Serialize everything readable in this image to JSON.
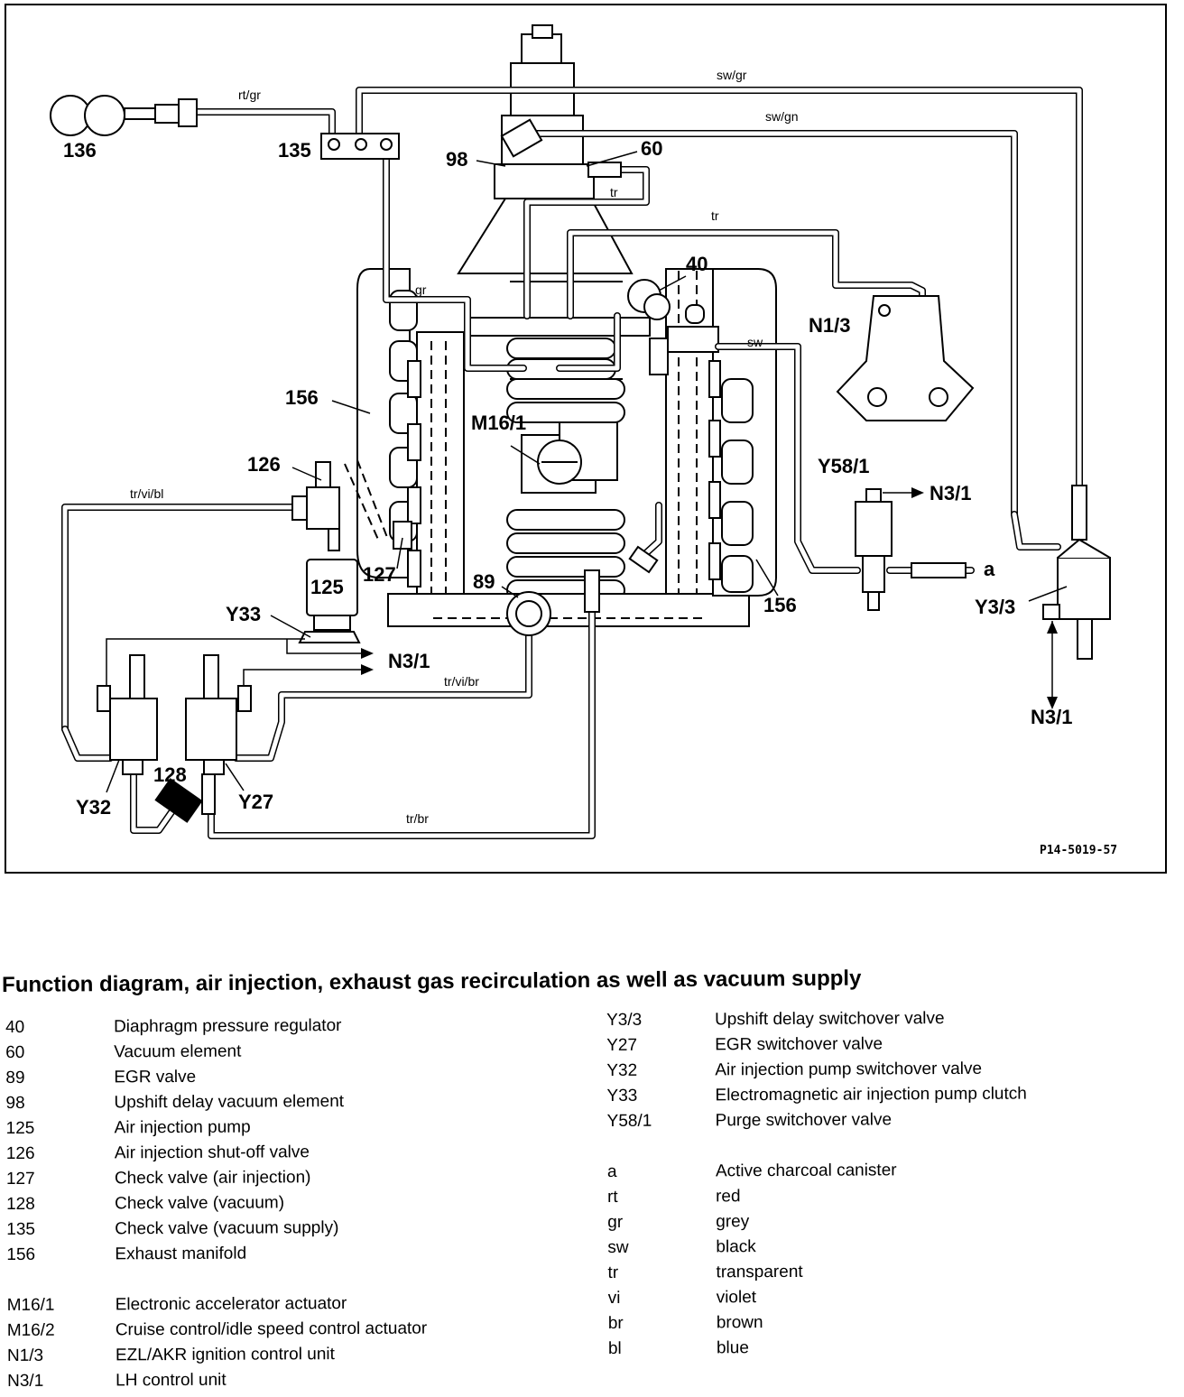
{
  "diagram": {
    "ref_code": "P14-5019-57",
    "callouts": {
      "c136": "136",
      "c135": "135",
      "c98": "98",
      "c60": "60",
      "c40": "40",
      "c156a": "156",
      "c156b": "156",
      "c126": "126",
      "c127": "127",
      "c125": "125",
      "cM16": "M16/1",
      "cN13": "N1/3",
      "cY58": "Y58/1",
      "cN31a": "N3/1",
      "cN31b": "N3/1",
      "cN31c": "N3/1",
      "cY33": "Y33",
      "c89": "89",
      "cY33b": "Y3/3",
      "cY32": "Y32",
      "cY27": "Y27",
      "c128": "128",
      "ca": "a"
    },
    "wires": {
      "rt_gr": "rt/gr",
      "sw_gr": "sw/gr",
      "sw_gn": "sw/gn",
      "tr1": "tr",
      "tr2": "tr",
      "gr": "gr",
      "sw": "sw",
      "tr_vi_bl": "tr/vi/bl",
      "tr_vi_br": "tr/vi/br",
      "tr_br": "tr/br"
    }
  },
  "caption": "Function diagram, air injection, exhaust gas recirculation as well as vacuum supply",
  "legend_left": [
    {
      "code": "40",
      "desc": "Diaphragm pressure regulator"
    },
    {
      "code": "60",
      "desc": "Vacuum element"
    },
    {
      "code": "89",
      "desc": "EGR valve"
    },
    {
      "code": "98",
      "desc": "Upshift delay vacuum element"
    },
    {
      "code": "125",
      "desc": "Air injection pump"
    },
    {
      "code": "126",
      "desc": "Air injection shut-off valve"
    },
    {
      "code": "127",
      "desc": "Check valve (air injection)"
    },
    {
      "code": "128",
      "desc": "Check valve (vacuum)"
    },
    {
      "code": "135",
      "desc": "Check valve (vacuum supply)"
    },
    {
      "code": "156",
      "desc": "Exhaust manifold"
    },
    {
      "code": "M16/1",
      "desc": "Electronic accelerator actuator"
    },
    {
      "code": "M16/2",
      "desc": "Cruise control/idle speed control actuator"
    },
    {
      "code": "N1/3",
      "desc": "EZL/AKR ignition control unit"
    },
    {
      "code": "N3/1",
      "desc": "LH control unit"
    }
  ],
  "legend_right": [
    {
      "code": "Y3/3",
      "desc": "Upshift delay switchover valve"
    },
    {
      "code": "Y27",
      "desc": "EGR switchover valve"
    },
    {
      "code": "Y32",
      "desc": "Air injection pump switchover valve"
    },
    {
      "code": "Y33",
      "desc": "Electromagnetic air injection pump clutch"
    },
    {
      "code": "Y58/1",
      "desc": "Purge switchover valve"
    },
    {
      "code": "a",
      "desc": "Active charcoal canister"
    },
    {
      "code": "rt",
      "desc": "red"
    },
    {
      "code": "gr",
      "desc": "grey"
    },
    {
      "code": "sw",
      "desc": "black"
    },
    {
      "code": "tr",
      "desc": "transparent"
    },
    {
      "code": "vi",
      "desc": "violet"
    },
    {
      "code": "br",
      "desc": "brown"
    },
    {
      "code": "bl",
      "desc": "blue"
    }
  ]
}
